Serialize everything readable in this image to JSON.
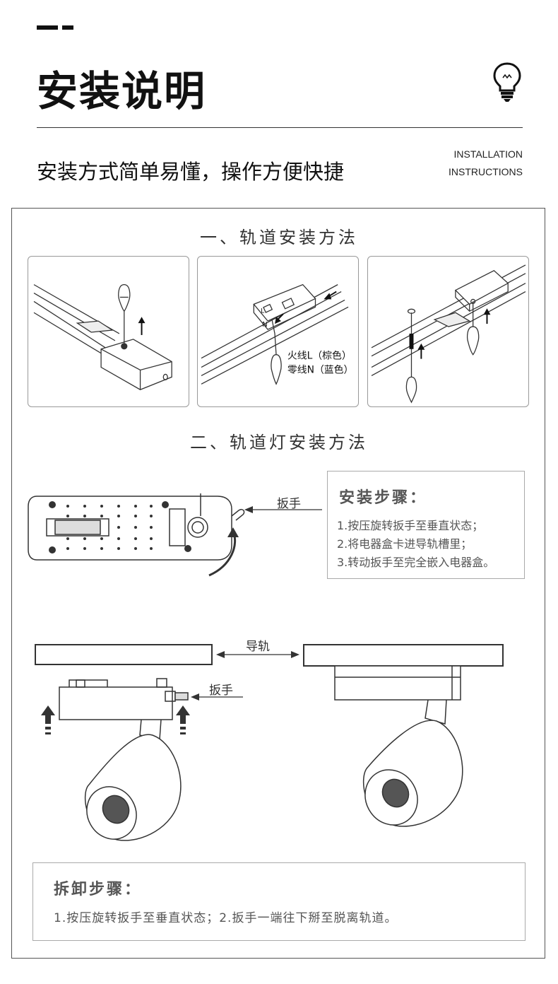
{
  "header": {
    "title": "安装说明",
    "subtitle": "安装方式简单易懂，操作方便快捷",
    "en_line1": "INSTALLATION",
    "en_line2": "INSTRUCTIONS",
    "icon": "lightbulb-icon"
  },
  "section1": {
    "title": "一、轨道安装方法",
    "wire_live": "火线L（棕色）",
    "wire_neutral": "零线N（蓝色）"
  },
  "section2": {
    "title": "二、轨道灯安装方法",
    "wrench_label": "扳手",
    "steps_title": "安装步骤：",
    "steps": [
      "1.按压旋转扳手至垂直状态；",
      "2.将电器盒卡进导轨槽里；",
      "3.转动扳手至完全嵌入电器盒。"
    ],
    "rail_label": "导轨",
    "wrench_label2": "扳手"
  },
  "removal": {
    "title": "拆卸步骤：",
    "text": "1.按压旋转扳手至垂直状态；2.扳手一端往下掰至脱离轨道。"
  }
}
